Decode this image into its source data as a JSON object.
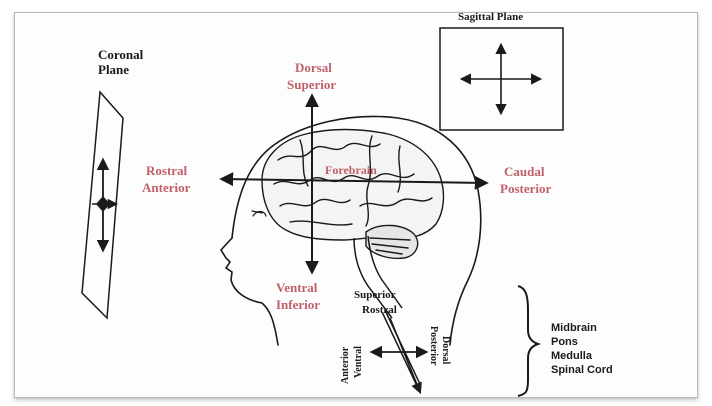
{
  "colors": {
    "accent": "#c0606a",
    "ink": "#1a1a1a"
  },
  "labels": {
    "coronal_line1": "Coronal",
    "coronal_line2": "Plane",
    "sagittal": "Sagittal Plane",
    "dorsal": "Dorsal",
    "superior": "Superior",
    "rostral": "Rostral",
    "anterior": "Anterior",
    "caudal": "Caudal",
    "posterior": "Posterior",
    "forebrain": "Forebrain",
    "ventral": "Ventral",
    "inferior": "Inferior",
    "spinal_superior": "Superior",
    "spinal_rostral": "Rostral",
    "spinal_anterior": "Anterior",
    "spinal_ventral": "Ventral",
    "spinal_posterior": "Posterior",
    "spinal_dorsal": "Dorsal"
  },
  "brainstem_list": [
    "Midbrain",
    "Pons",
    "Medulla",
    "Spinal Cord"
  ]
}
